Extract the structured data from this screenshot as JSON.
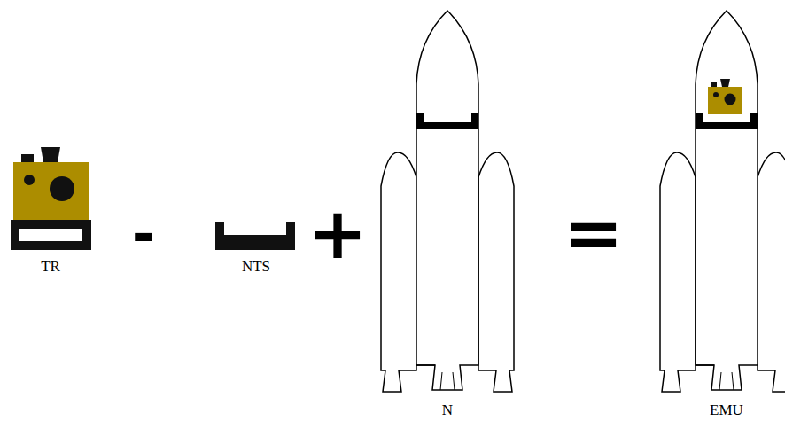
{
  "diagram": {
    "labels": [
      "TR",
      "-",
      "NTS",
      "+",
      "N",
      "=",
      "EMU"
    ]
  }
}
